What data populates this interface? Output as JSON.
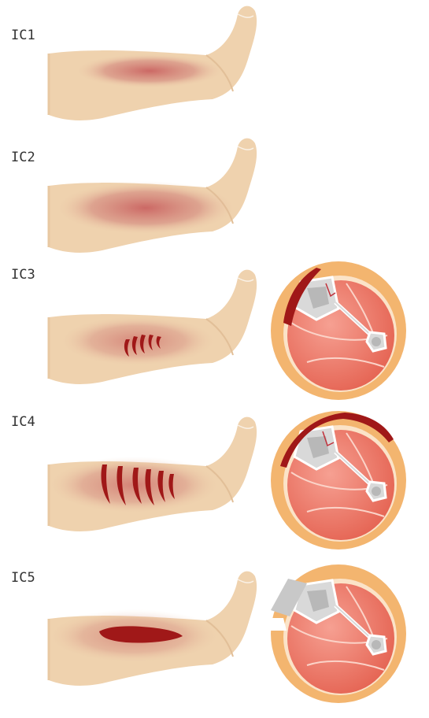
{
  "stages": [
    {
      "label": "IC1",
      "severity": "superficial bruising",
      "cross_section": false
    },
    {
      "label": "IC2",
      "severity": "deeper bruising",
      "cross_section": false
    },
    {
      "label": "IC3",
      "severity": "lacerations",
      "cross_section": true
    },
    {
      "label": "IC4",
      "severity": "multiple lacerations",
      "cross_section": true
    },
    {
      "label": "IC5",
      "severity": "open wound",
      "cross_section": true
    }
  ],
  "colors": {
    "skin": "#efd2ae",
    "bruise": "#c0454c",
    "wound": "#a01818",
    "muscle": "#ec7a68",
    "fat": "#f3b56f",
    "bone": "#d9d9d9"
  }
}
